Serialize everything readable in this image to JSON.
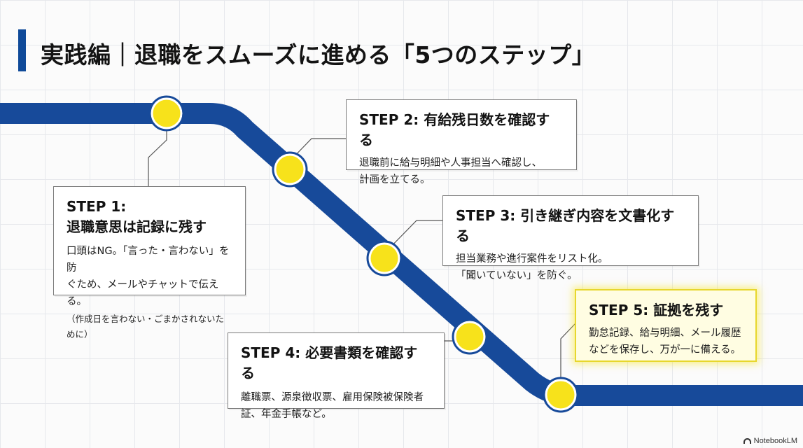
{
  "title": "実践編｜退職をスムーズに進める「5つのステップ」",
  "colors": {
    "line": "#174a9a",
    "station": "#f7e21b",
    "accent": "#0f4a99",
    "highlight": "#fffde2"
  },
  "steps": [
    {
      "title_line1": "STEP 1:",
      "title_line2": "退職意思は記録に残す",
      "body": [
        "口頭はNG。「言った・言わない」を防",
        "ぐため、メールやチャットで伝える。"
      ],
      "note": "（作成日を言わない・ごまかされないために）"
    },
    {
      "title": "STEP 2: 有給残日数を確認する",
      "body": [
        "退職前に給与明細や人事担当へ確認し、",
        "計画を立てる。"
      ]
    },
    {
      "title": "STEP 3: 引き継ぎ内容を文書化する",
      "body": [
        "担当業務や進行案件をリスト化。",
        "「聞いていない」を防ぐ。"
      ]
    },
    {
      "title": "STEP 4: 必要書類を確認する",
      "body": [
        "離職票、源泉徴収票、雇用保険被保険者",
        "証、年金手帳など。"
      ]
    },
    {
      "title": "STEP 5: 証拠を残す",
      "body": [
        "勤怠記録、給与明細、メール履歴",
        "などを保存し、万が一に備える。"
      ]
    }
  ],
  "watermark": "NotebookLM"
}
